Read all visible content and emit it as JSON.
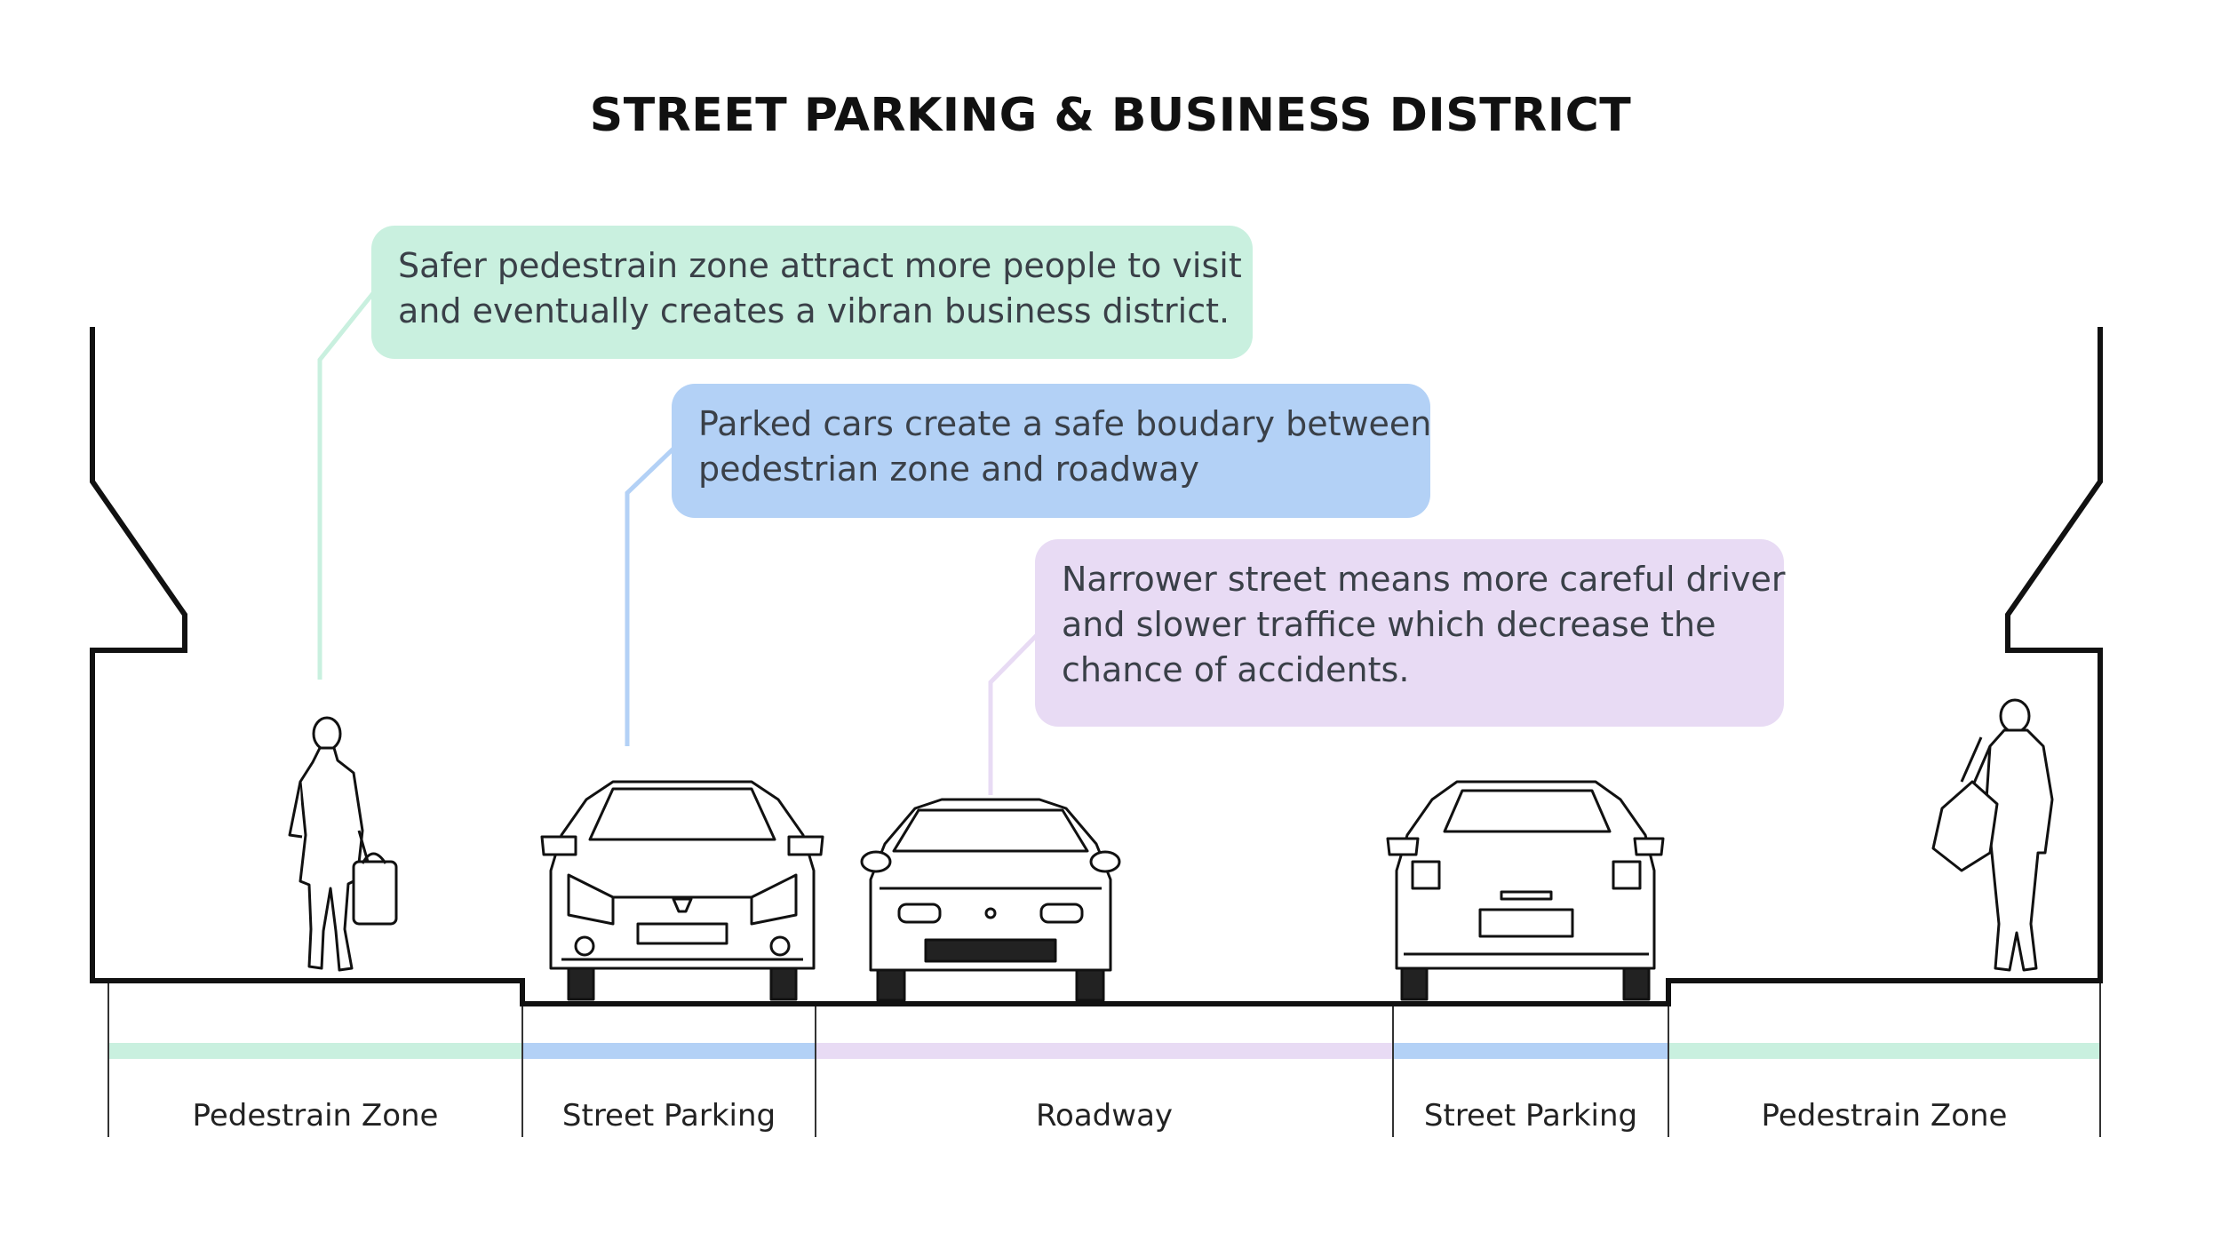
{
  "title": "STREET PARKING & BUSINESS DISTRICT",
  "callouts": [
    {
      "lines": [
        "Safer pedestrain zone attract more people to visit",
        "and eventually creates a vibran business district."
      ],
      "color": "#c9f0df"
    },
    {
      "lines": [
        "Parked cars create a safe boudary between",
        "pedestrian zone and roadway"
      ],
      "color": "#b3d1f6"
    },
    {
      "lines": [
        "Narrower street means more careful driver",
        "and slower traffice which decrease the",
        "chance of accidents."
      ],
      "color": "#e8dbf4"
    }
  ],
  "zones": [
    {
      "label": "Pedestrain Zone",
      "color": "#c9f0df"
    },
    {
      "label": "Street Parking",
      "color": "#b3d1f6"
    },
    {
      "label": "Roadway",
      "color": "#e8dbf4"
    },
    {
      "label": "Street Parking",
      "color": "#b3d1f6"
    },
    {
      "label": "Pedestrain Zone",
      "color": "#c9f0df"
    }
  ],
  "icons": [
    "pedestrian-woman-icon",
    "car-front-icon",
    "car-front-icon",
    "car-rear-icon",
    "pedestrian-man-icon"
  ]
}
